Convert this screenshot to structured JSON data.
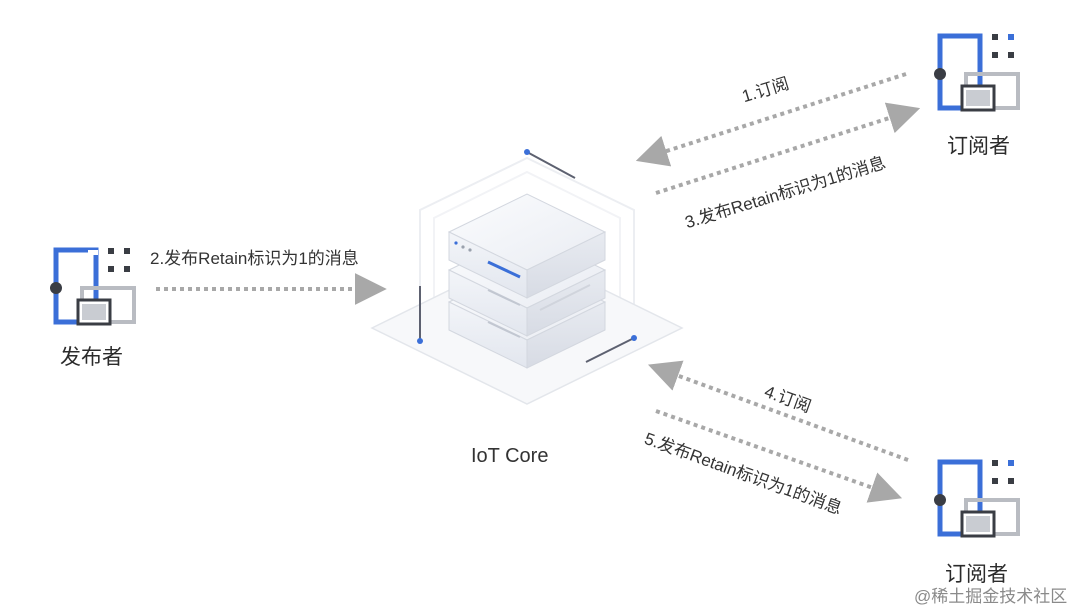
{
  "nodes": {
    "publisher": {
      "label": "发布者"
    },
    "subscriber_top": {
      "label": "订阅者"
    },
    "subscriber_bottom": {
      "label": "订阅者"
    },
    "core": {
      "label": "IoT Core"
    }
  },
  "edges": {
    "step1": "1.订阅",
    "step2": "2.发布Retain标识为1的消息",
    "step3": "3.发布Retain标识为1的消息",
    "step4": "4.订阅",
    "step5": "5.发布Retain标识为1的消息"
  },
  "watermark": "@稀土掘金技术社区",
  "colors": {
    "accent_blue": "#3b6fd8",
    "dark_gray": "#3a3d44",
    "light_gray": "#b9bcc2",
    "arrow_gray": "#a8a8a8"
  },
  "icons": {
    "client": "client-device-icon",
    "server": "server-stack-icon"
  }
}
